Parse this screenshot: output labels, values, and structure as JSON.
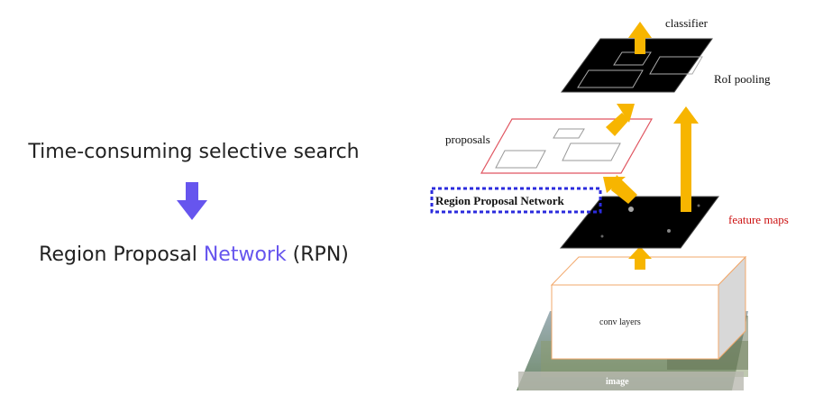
{
  "left": {
    "before": "Time-consuming selective search",
    "after_prefix": "Region Proposal ",
    "after_highlight": "Network",
    "after_suffix": " (RPN)"
  },
  "arrow_icon": "down-arrow-icon",
  "diagram": {
    "labels": {
      "classifier": "classifier",
      "roi_pooling": "RoI pooling",
      "proposals": "proposals",
      "rpn": "Region Proposal Network",
      "feature_maps": "feature maps",
      "conv_layers": "conv layers",
      "image": "image"
    }
  },
  "colors": {
    "accent": "#6655ee",
    "arrow_orange": "#f7b500",
    "red_label": "#cc1111",
    "rpn_border": "#2b2bdd",
    "layer_black": "#000000",
    "proposal_border": "#e05560"
  }
}
